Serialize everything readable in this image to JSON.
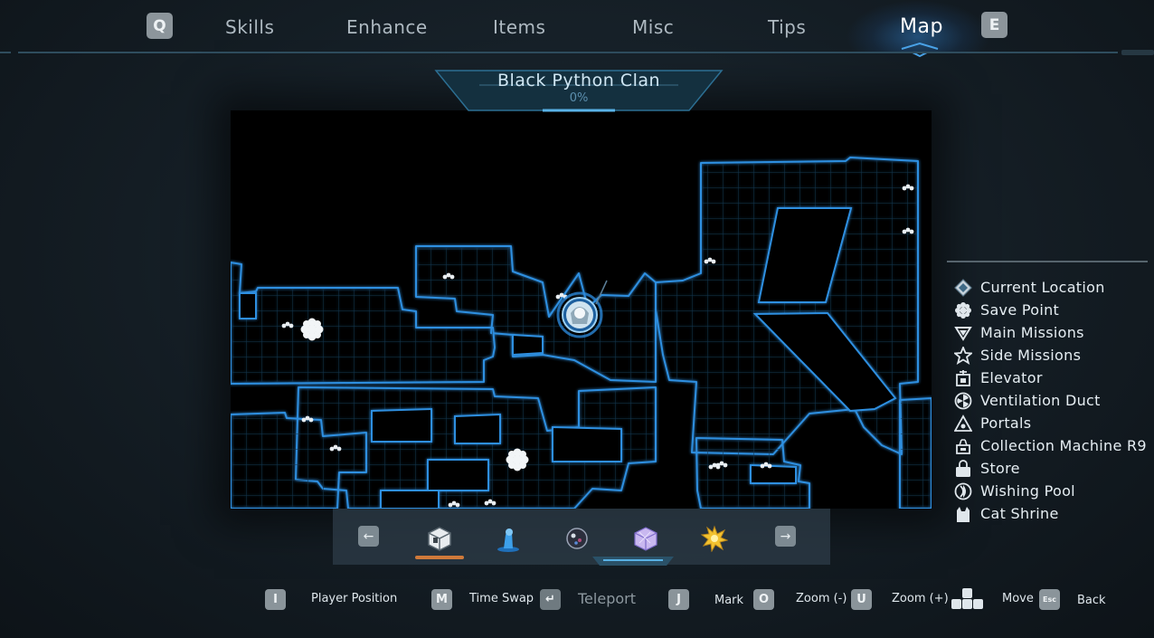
{
  "tabs": {
    "left_key": "Q",
    "right_key": "E",
    "items": [
      {
        "label": "Skills"
      },
      {
        "label": "Enhance"
      },
      {
        "label": "Items"
      },
      {
        "label": "Misc"
      },
      {
        "label": "Tips"
      },
      {
        "label": "Map",
        "active": true
      }
    ]
  },
  "area": {
    "name": "Black Python Clan",
    "progress": "0%"
  },
  "item_bar": {
    "prev_icon": "arrow-left-icon",
    "next_icon": "arrow-right-icon",
    "items": [
      {
        "icon": "cube-box-icon",
        "selected": true
      },
      {
        "icon": "blue-figure-icon",
        "selected": false
      },
      {
        "icon": "orb-icon",
        "selected": false
      },
      {
        "icon": "crystal-cube-icon",
        "selected": false
      },
      {
        "icon": "golden-star-icon",
        "selected": false
      }
    ]
  },
  "legend": {
    "items": [
      {
        "label": "Current Location",
        "icon": "current-location-icon"
      },
      {
        "label": "Save Point",
        "icon": "save-point-icon"
      },
      {
        "label": "Main Missions",
        "icon": "main-missions-icon"
      },
      {
        "label": "Side Missions",
        "icon": "side-missions-icon"
      },
      {
        "label": "Elevator",
        "icon": "elevator-icon"
      },
      {
        "label": "Ventilation Duct",
        "icon": "ventilation-duct-icon"
      },
      {
        "label": "Portals",
        "icon": "portals-icon"
      },
      {
        "label": "Collection Machine R9",
        "icon": "collection-machine-icon"
      },
      {
        "label": "Store",
        "icon": "store-icon"
      },
      {
        "label": "Wishing Pool",
        "icon": "wishing-pool-icon"
      },
      {
        "label": "Cat Shrine",
        "icon": "cat-shrine-icon"
      }
    ]
  },
  "controls": {
    "player_position": {
      "key": "I",
      "label": "Player Position"
    },
    "time_swap": {
      "key": "M",
      "label": "Time Swap"
    },
    "teleport": {
      "key": "↵",
      "label": "Teleport"
    },
    "mark": {
      "key": "J",
      "label": "Mark"
    },
    "zoom_out": {
      "key": "O",
      "label": "Zoom (-)"
    },
    "zoom_in": {
      "key": "U",
      "label": "Zoom (+)"
    },
    "move": {
      "keys": "WASD",
      "label": "Move"
    },
    "back": {
      "key": "Esc",
      "label": "Back"
    }
  },
  "colors": {
    "map_wall": "#2e8fe0",
    "map_grid": "#16324a",
    "accent_orange": "#d07a3a"
  }
}
